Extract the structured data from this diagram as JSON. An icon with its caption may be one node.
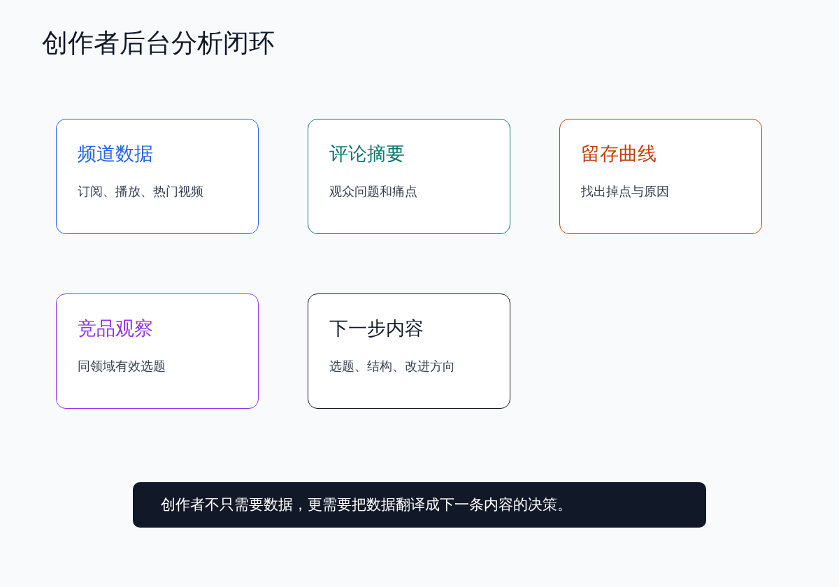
{
  "diagram": {
    "title": "创作者后台分析闭环",
    "nodes": [
      {
        "text": [
          "频道数据",
          "订阅、播放、热门视频"
        ]
      },
      {
        "text": [
          "评论摘要",
          "观众问题和痛点"
        ]
      },
      {
        "text": [
          "留存曲线",
          "找出掉点与原因"
        ]
      },
      {
        "text": [
          "竞品观察",
          "同领域有效选题"
        ]
      },
      {
        "text": [
          "下一步内容",
          "选题、结构、改进方向"
        ]
      },
      {
        "text": [
          "创作者不只需要数据，更需要把数据翻译成下一条内容的决策。"
        ]
      }
    ],
    "edges": []
  }
}
